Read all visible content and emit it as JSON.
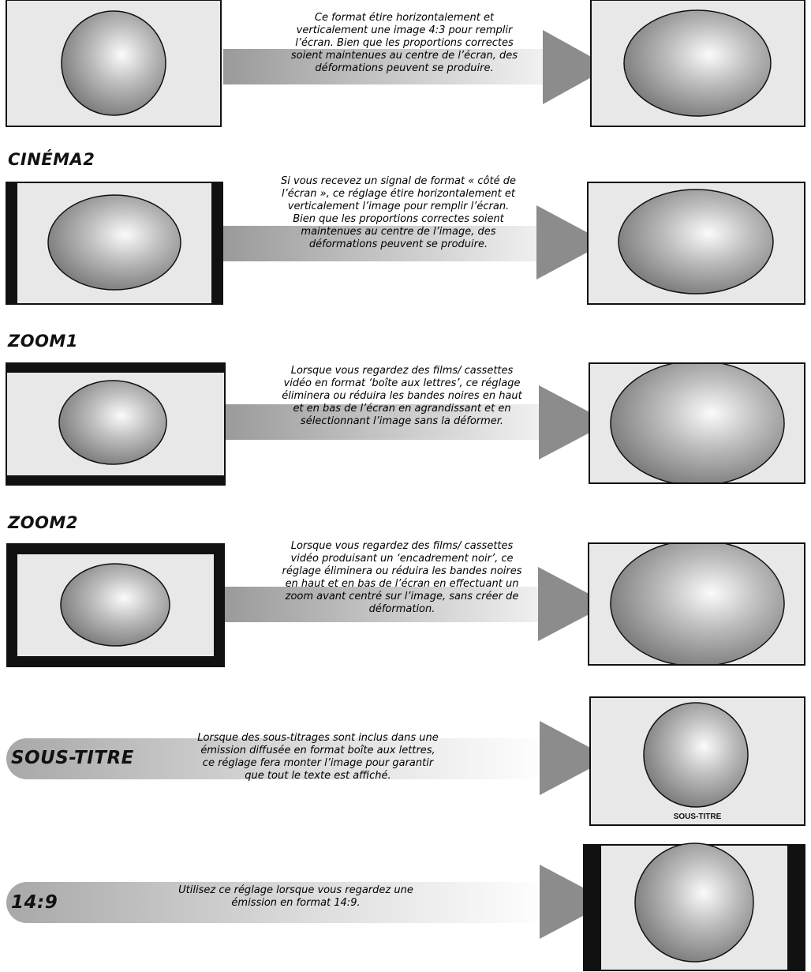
{
  "sections": [
    {
      "heading": "",
      "description": "Ce format étire horizontalement et verticalement une image 4:3 pour remplir l’écran. Bien que les proportions correctes soient maintenues au centre de l’écran, des déformations peuvent se produire."
    },
    {
      "heading": "CINÉMA2",
      "description": "Si vous recevez un signal de format « côté de l’écran », ce réglage étire horizontalement et verticalement l’image pour remplir l’écran. Bien que les proportions correctes soient maintenues au centre de l’image, des déformations peuvent se produire."
    },
    {
      "heading": "ZOOM1",
      "description": "Lorsque vous regardez des films/ cassettes vidéo en format ‘boîte aux lettres’, ce réglage éliminera ou réduira les bandes noires en haut et en bas de l’écran en agrandissant et en sélectionnant l’image sans la déformer."
    },
    {
      "heading": "ZOOM2",
      "description": "Lorsque vous regardez des films/ cassettes vidéo produisant un ‘encadrement noir’, ce réglage éliminera ou réduira les bandes noires en haut et en bas de l’écran en effectuant un zoom avant centré sur l’image, sans créer de déformation."
    },
    {
      "heading": "SOUS-TITRE",
      "description": "Lorsque des sous-titrages sont inclus dans une émission diffusée en format boîte aux lettres, ce réglage fera monter l’image pour garantir que tout le texte est affiché.",
      "screen_caption": "SOUS-TITRE"
    },
    {
      "heading": "14:9",
      "description": "Utilisez ce réglage lorsque vous regardez une émission en format 14:9."
    }
  ],
  "colors": {
    "screen_fill": "#e8e8e8",
    "frame": "#111111",
    "arrow": "#8c8c8c"
  }
}
